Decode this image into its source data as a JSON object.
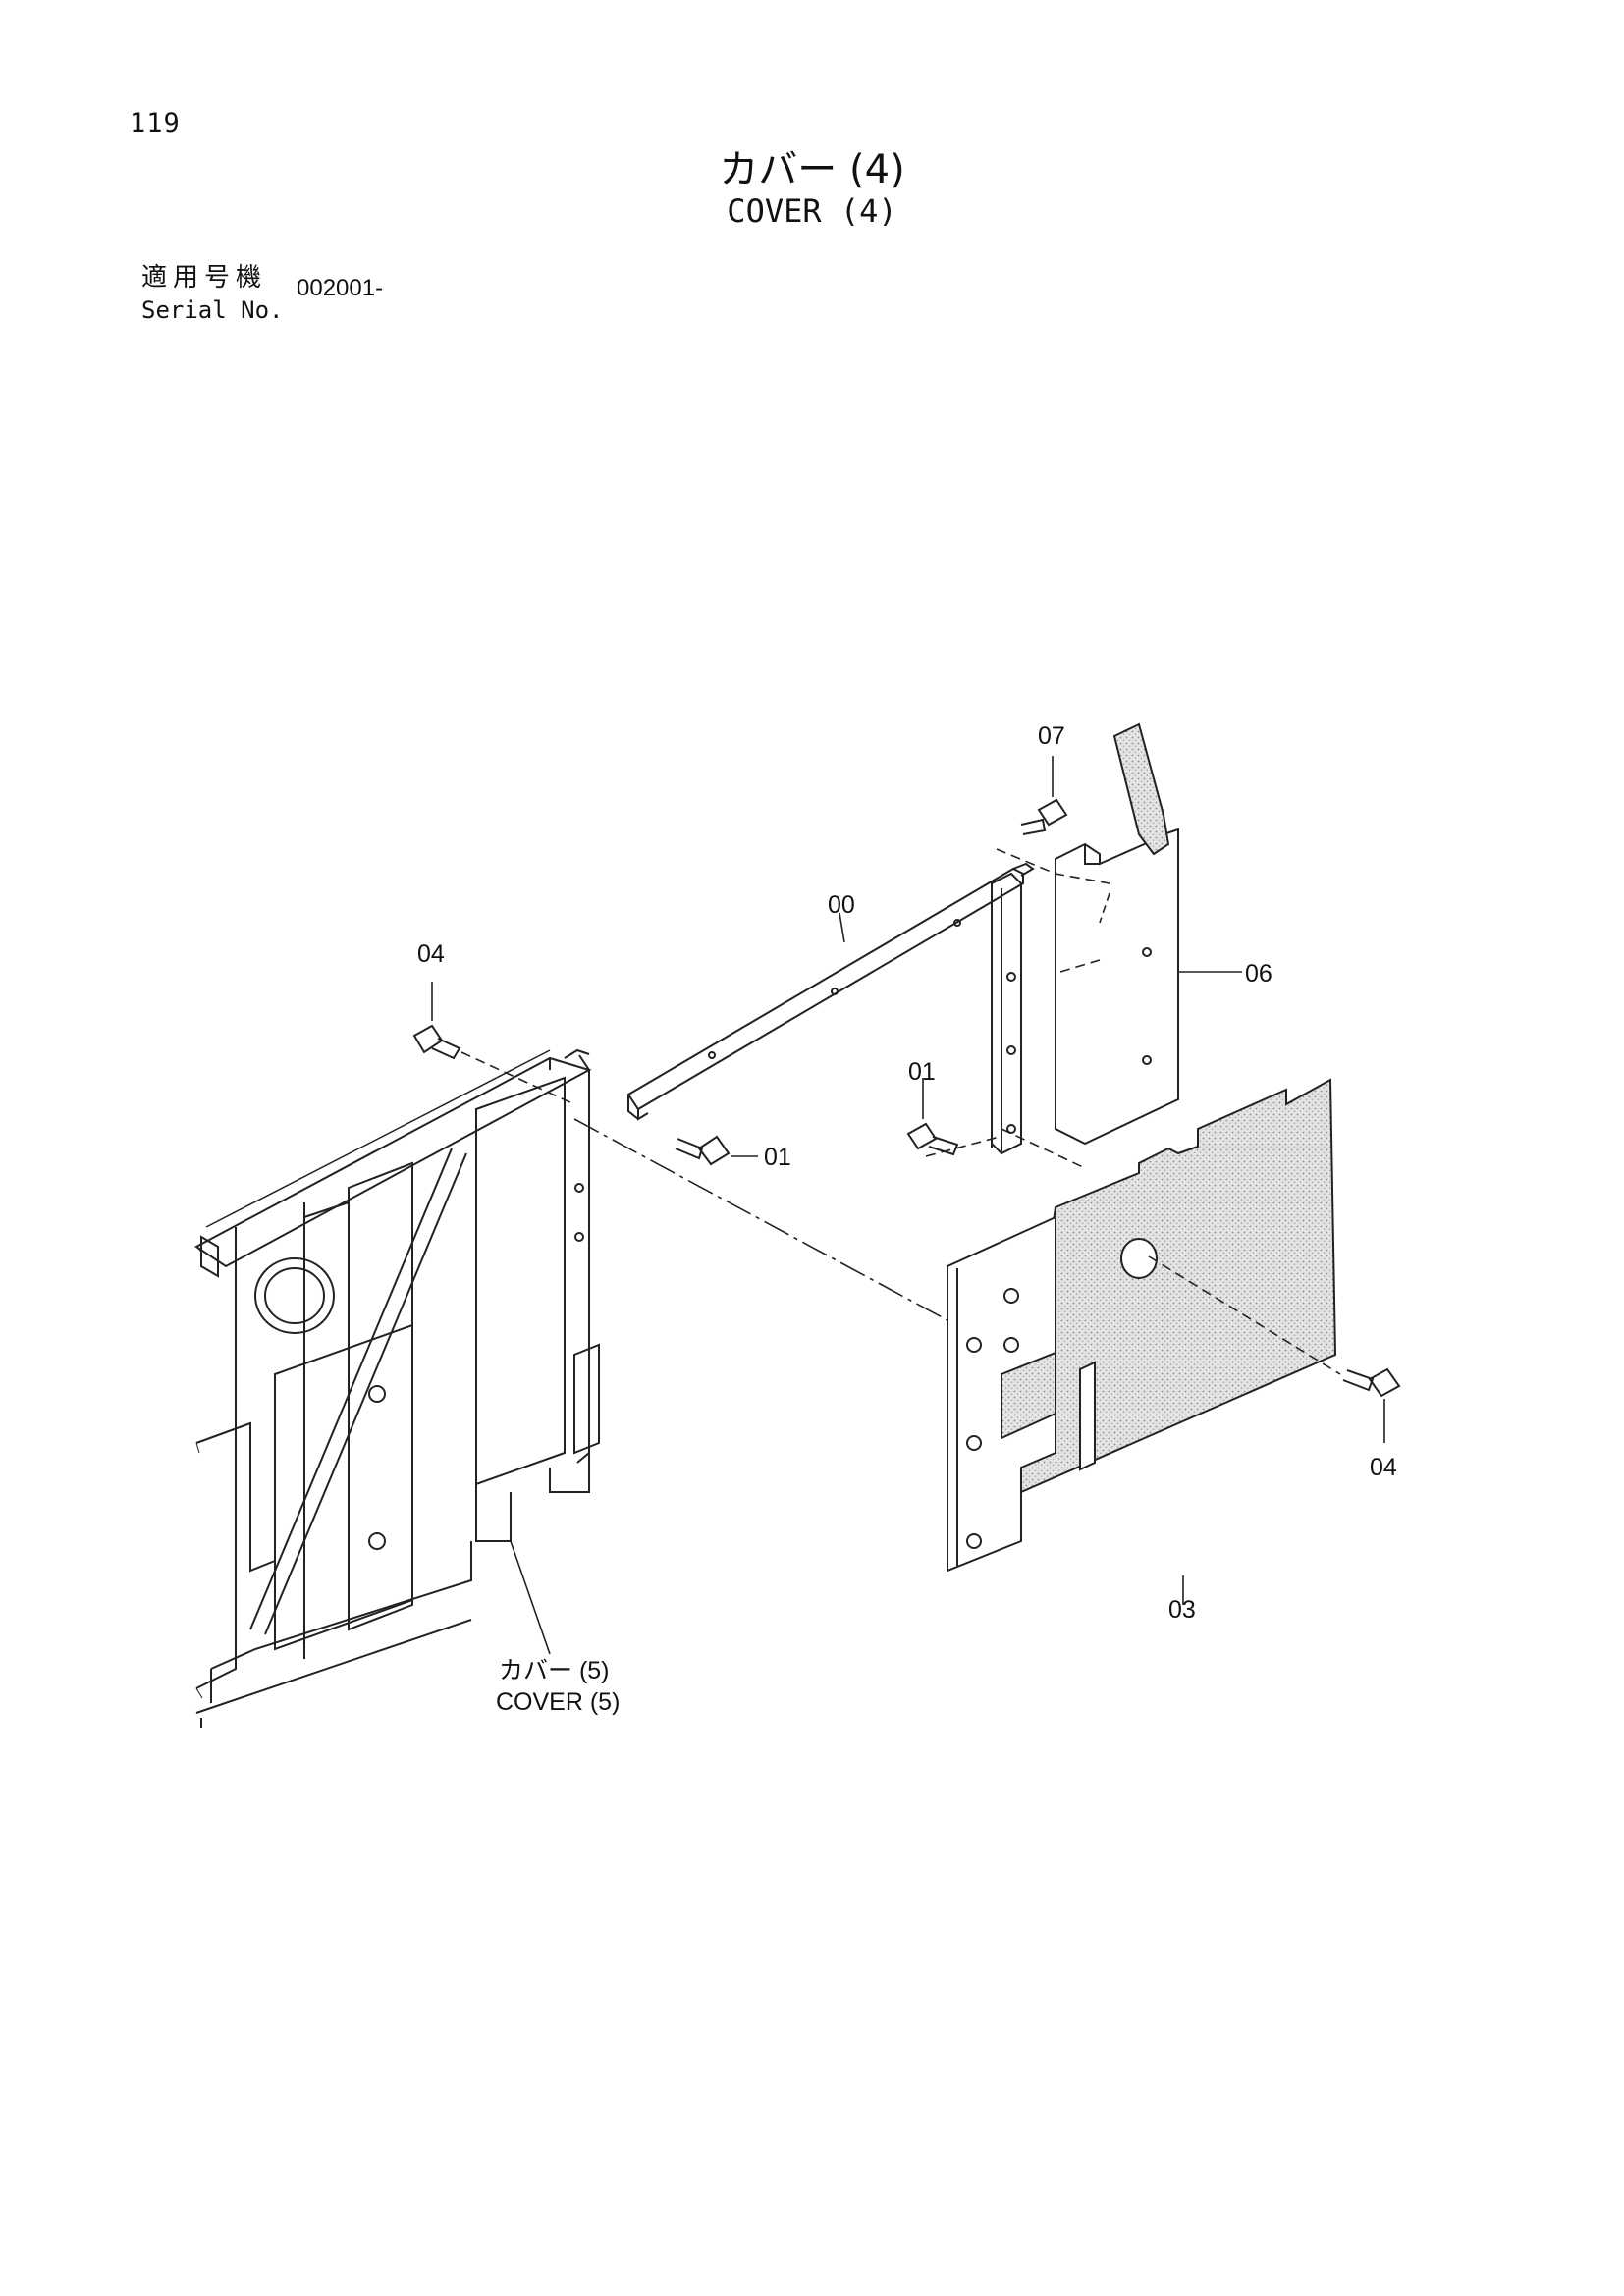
{
  "page": {
    "number": "119"
  },
  "title": {
    "jp": "カバー (4)",
    "en": "COVER (4)"
  },
  "serial": {
    "label_jp": "適用号機",
    "label_en": "Serial No.",
    "value": "002001-"
  },
  "callouts": {
    "c00": "00",
    "c01a": "01",
    "c01b": "01",
    "c03": "03",
    "c04a": "04",
    "c04b": "04",
    "c06": "06",
    "c07": "07"
  },
  "reference": {
    "jp": "カバー (5)",
    "en": "COVER (5)"
  }
}
